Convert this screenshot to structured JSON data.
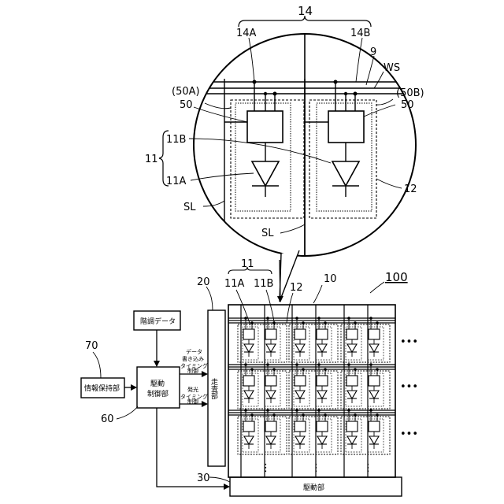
{
  "labels": {
    "ref_14": "14",
    "ref_14A": "14A",
    "ref_14B": "14B",
    "ref_9": "9",
    "ref_WS": "WS",
    "ref_50A": "(50A)",
    "ref_50B": "(50B)",
    "ref_50_left": "50",
    "ref_50_right": "50",
    "ref_11_top": "11",
    "ref_11B_top": "11B",
    "ref_11A_top": "11A",
    "ref_12_top": "12",
    "ref_SL_left": "SL",
    "ref_SL_bottom": "SL",
    "ref_11_bottom": "11",
    "ref_11A_bottom": "11A",
    "ref_11B_bottom": "11B",
    "ref_12_bottom": "12",
    "ref_20": "20",
    "ref_10": "10",
    "ref_100": "100",
    "ref_70": "70",
    "ref_60": "60",
    "ref_30": "30"
  },
  "blocks": {
    "gradation_data": "階調データ",
    "info_holder": "情報保持部",
    "drive_control_line1": "駆動",
    "drive_control_line2": "制御部",
    "scanner": "走査部",
    "driver": "駆動部"
  },
  "signals": {
    "data_write_1": "データ",
    "data_write_2": "書き込み",
    "data_write_3": "タイミング",
    "data_write_4": "制御",
    "emission_1": "発光",
    "emission_2": "タイミング",
    "emission_3": "制御"
  },
  "ellipsis": {
    "row_1": "•••",
    "row_2": "•••",
    "row_3": "•••",
    "col_1": "⋮",
    "col_2": "⋮",
    "col_3": "⋮"
  }
}
